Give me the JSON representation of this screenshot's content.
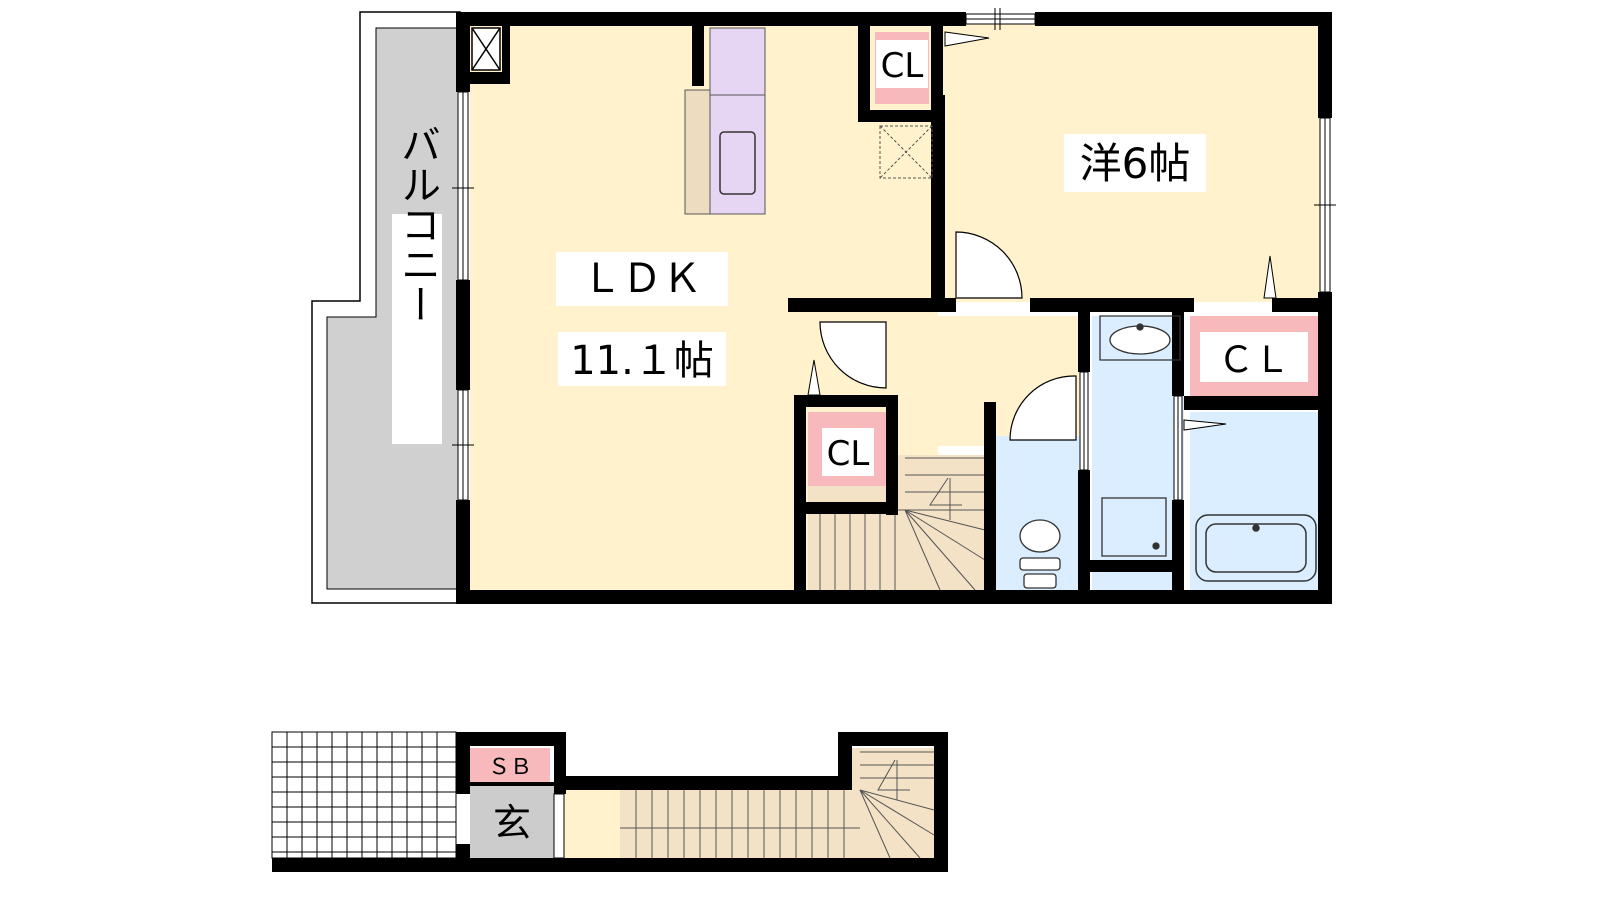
{
  "colors": {
    "room": "#fff2cc",
    "wet": "#dbeeff",
    "closet": "#f7b9bc",
    "balcony": "#d0d0d0",
    "kitchen": "#e6d6f3",
    "stair": "#f3e2c6",
    "entry": "#cccccc",
    "wall": "#000000"
  },
  "labels": {
    "ldk": "ＬＤＫ",
    "ldk_size": "11.１帖",
    "western": "洋6帖",
    "balcony": "バルコニー",
    "cl_top": "CL",
    "cl_mid": "CL",
    "cl_right": "ＣＬ",
    "sb": "ＳＢ",
    "genkan": "玄"
  }
}
